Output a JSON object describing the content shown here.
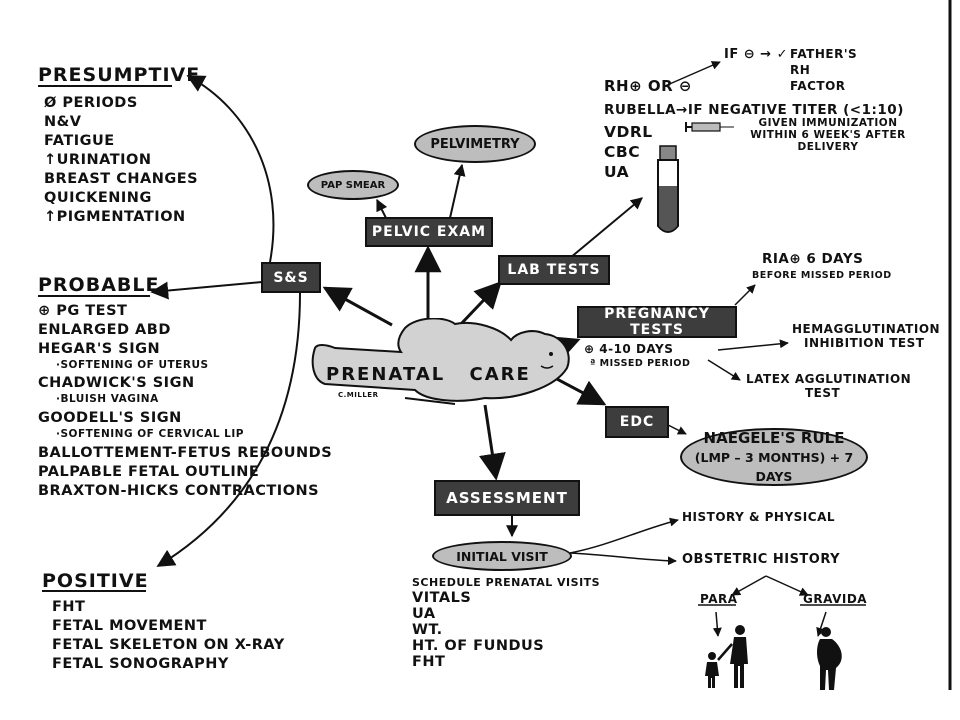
{
  "presumptive": {
    "title": "PRESUMPTIVE",
    "items": [
      "Ø PERIODS",
      "N&V",
      "FATIGUE",
      "↑URINATION",
      "BREAST CHANGES",
      "QUICKENING",
      "↑PIGMENTATION"
    ]
  },
  "probable": {
    "title": "PROBABLE",
    "items": [
      {
        "text": "⊕ PG TEST",
        "sub": ""
      },
      {
        "text": "ENLARGED ABD",
        "sub": ""
      },
      {
        "text": "HEGAR'S SIGN",
        "sub": "·SOFTENING OF UTERUS"
      },
      {
        "text": "CHADWICK'S SIGN",
        "sub": "·BLUISH VAGINA"
      },
      {
        "text": "GOODELL'S SIGN",
        "sub": "·SOFTENING OF CERVICAL LIP"
      },
      {
        "text": "BALLOTTEMENT-FETUS REBOUNDS",
        "sub": ""
      },
      {
        "text": "PALPABLE FETAL OUTLINE",
        "sub": ""
      },
      {
        "text": "BRAXTON-HICKS CONTRACTIONS",
        "sub": ""
      }
    ]
  },
  "positive": {
    "title": "POSITIVE",
    "items": [
      "FHT",
      "FETAL MOVEMENT",
      "FETAL SKELETON ON X-RAY",
      "FETAL SONOGRAPHY"
    ]
  },
  "center": {
    "label": "PRENATAL CARE",
    "signature": "C.MILLER"
  },
  "boxes": {
    "ss": "S&S",
    "pelvic_exam": "PELVIC EXAM",
    "lab_tests": "LAB TESTS",
    "pregnancy_tests": "PREGNANCY TESTS",
    "edc": "EDC",
    "assessment": "ASSESSMENT"
  },
  "ovals": {
    "pap_smear": "PAP SMEAR",
    "pelvimetry": "PELVIMETRY",
    "initial_visit": "INITIAL VISIT",
    "naegele_line1": "NAEGELE'S RULE",
    "naegele_line2": "(LMP – 3 MONTHS) + 7 DAYS"
  },
  "labs": {
    "rh": "RH⊕ OR ⊖",
    "rh_if": "IF ⊖ → ✓",
    "father_rh": "FATHER'S RH FACTOR",
    "rubella": "RUBELLA→IF NEGATIVE TITER (<1:10)",
    "immunization": "GIVEN IMMUNIZATION WITHIN 6 WEEK'S AFTER DELIVERY",
    "others": [
      "VDRL",
      "CBC",
      "UA"
    ]
  },
  "preg_tests": {
    "ria_line1": "RIA⊕ 6 DAYS",
    "ria_line2": "BEFORE MISSED PERIOD",
    "days_line1": "⊕ 4-10 DAYS",
    "days_line2": "ª MISSED PERIOD",
    "hemag_line1": "HEMAGGLUTINATION",
    "hemag_line2": "INHIBITION TEST",
    "latex_line1": "LATEX AGGLUTINATION",
    "latex_line2": "TEST"
  },
  "assessment": {
    "history_physical": "HISTORY & PHYSICAL",
    "obstetric_history": "OBSTETRIC HISTORY",
    "para": "PARA",
    "gravida": "GRAVIDA",
    "visit_items": [
      "SCHEDULE PRENATAL VISITS",
      "VITALS",
      "UA",
      "WT.",
      "HT. OF FUNDUS",
      "FHT"
    ]
  }
}
